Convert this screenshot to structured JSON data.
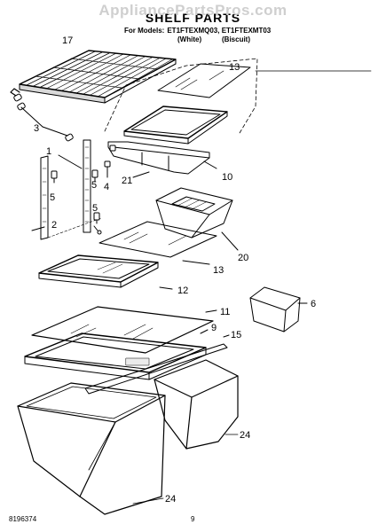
{
  "watermark": "AppliancePartsPros.com",
  "title": "SHELF PARTS",
  "models": {
    "label": "For Models:",
    "list": "ET1FTEXMQ03, ET1FTEXMT03",
    "variant_1": "(White)",
    "variant_2": "(Biscuit)"
  },
  "callouts": {
    "c17": "17",
    "c13a": "13",
    "c3": "3",
    "c1": "1",
    "c5a": "5",
    "c5b": "5",
    "c4": "4",
    "c21": "21",
    "c10": "10",
    "c5c": "5",
    "c2": "2",
    "c20": "20",
    "c13b": "13",
    "c12": "12",
    "c6": "6",
    "c11": "11",
    "c9": "9",
    "c15": "15",
    "c24a": "24",
    "c24b": "24"
  },
  "footer": {
    "doc_number": "8196374",
    "page_number": "9"
  }
}
